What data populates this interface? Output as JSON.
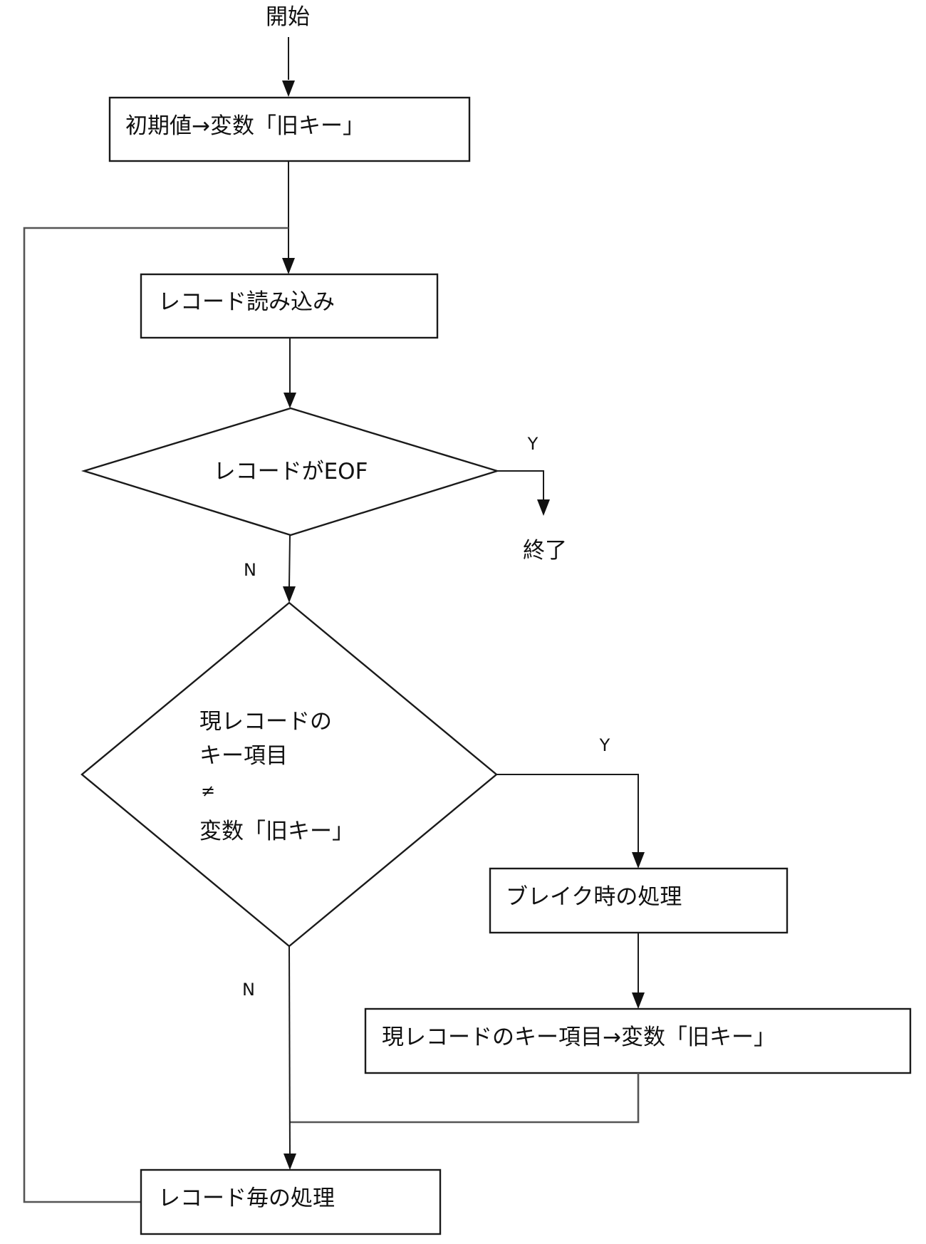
{
  "diagram": {
    "type": "flowchart",
    "terminals": {
      "start": "開始",
      "end": "終了"
    },
    "nodes": {
      "init": "初期値→変数「旧キー」",
      "read": "レコード読み込み",
      "eof_check": "レコードがEOF",
      "key_compare": [
        "現レコードの",
        "キー項目",
        "≠",
        "変数「旧キー」"
      ],
      "break_process": "ブレイク時の処理",
      "update_key": "現レコードのキー項目→変数「旧キー」",
      "per_record": "レコード毎の処理"
    },
    "edge_labels": {
      "eof_yes": "Y",
      "eof_no": "N",
      "compare_yes": "Y",
      "compare_no": "N"
    },
    "edges": [
      {
        "from": "start",
        "to": "init"
      },
      {
        "from": "init",
        "to": "read"
      },
      {
        "from": "read",
        "to": "eof_check"
      },
      {
        "from": "eof_check",
        "to": "end",
        "label": "Y"
      },
      {
        "from": "eof_check",
        "to": "key_compare",
        "label": "N"
      },
      {
        "from": "key_compare",
        "to": "break_process",
        "label": "Y"
      },
      {
        "from": "key_compare",
        "to": "per_record",
        "label": "N"
      },
      {
        "from": "break_process",
        "to": "update_key"
      },
      {
        "from": "update_key",
        "to": "per_record"
      },
      {
        "from": "per_record",
        "to": "read"
      }
    ]
  }
}
